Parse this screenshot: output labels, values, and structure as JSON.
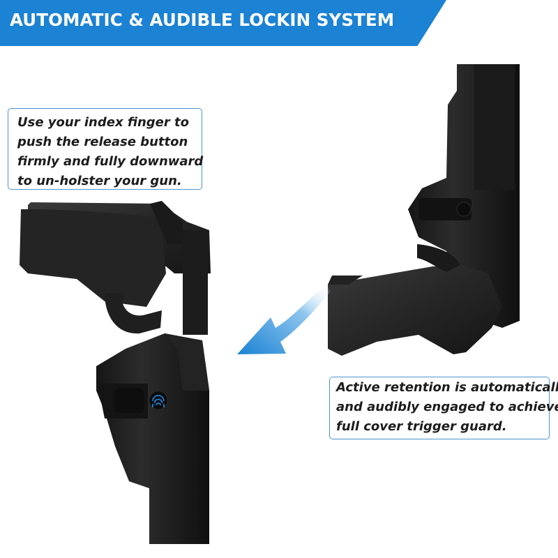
{
  "banner": {
    "title": "AUTOMATIC & AUDIBLE LOCKIN SYSTEM",
    "color": "#1b82d4"
  },
  "callouts": {
    "release": {
      "lines": [
        "Use your index finger to",
        "push the release button",
        "firmly and fully downward",
        "to un-holster your gun."
      ]
    },
    "retention": {
      "lines": [
        "Active retention is automatically",
        "and audibly engaged to achieve",
        "full cover trigger guard."
      ]
    }
  },
  "colors": {
    "accent": "#1b82d4",
    "callout_border": "#4a94d2",
    "holster": "#1e1e1e",
    "pistol": "#2b2b2b"
  },
  "icons": [
    "fingerprint-icon",
    "arrow-icon"
  ]
}
